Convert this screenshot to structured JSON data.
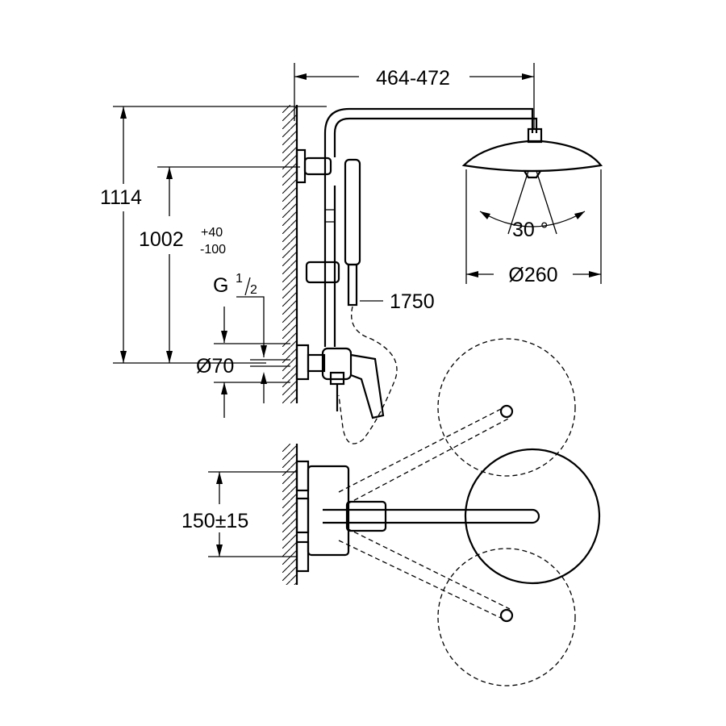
{
  "dimensions": {
    "width_range": "464-472",
    "total_height": "1114",
    "adjust_height": "1002",
    "adjust_tol_plus": "+40",
    "adjust_tol_minus": "-100",
    "thread_letter": "G",
    "thread_num": "1",
    "thread_den": "2",
    "rosette_diameter": "Ø70",
    "hose_length": "1750",
    "spray_angle": "30 °",
    "head_diameter": "Ø260",
    "centres": "150±15"
  }
}
